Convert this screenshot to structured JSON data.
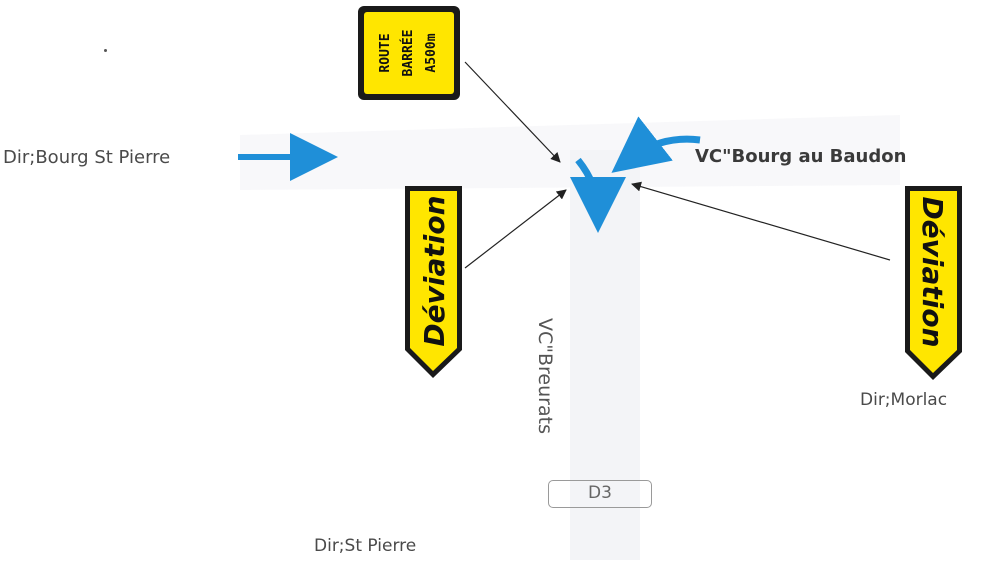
{
  "labels": {
    "bourg_st_pierre": "Dir;Bourg St Pierre",
    "vc_bourg_au_baudon": "VC\"Bourg au Baudon",
    "vc_breurats": "VC\"Breurats",
    "morlac": "Dir;Morlac",
    "st_pierre": "Dir;St Pierre",
    "d3": "D3"
  },
  "signs": {
    "route_barree": [
      "ROUTE",
      "BARRÉE",
      "A500m"
    ],
    "deviation": "Déviation"
  },
  "colors": {
    "arrow": "#1f8fd8",
    "sign_yellow": "#ffe600",
    "sign_border": "#1a1a1a",
    "road": "#eef0f3"
  }
}
